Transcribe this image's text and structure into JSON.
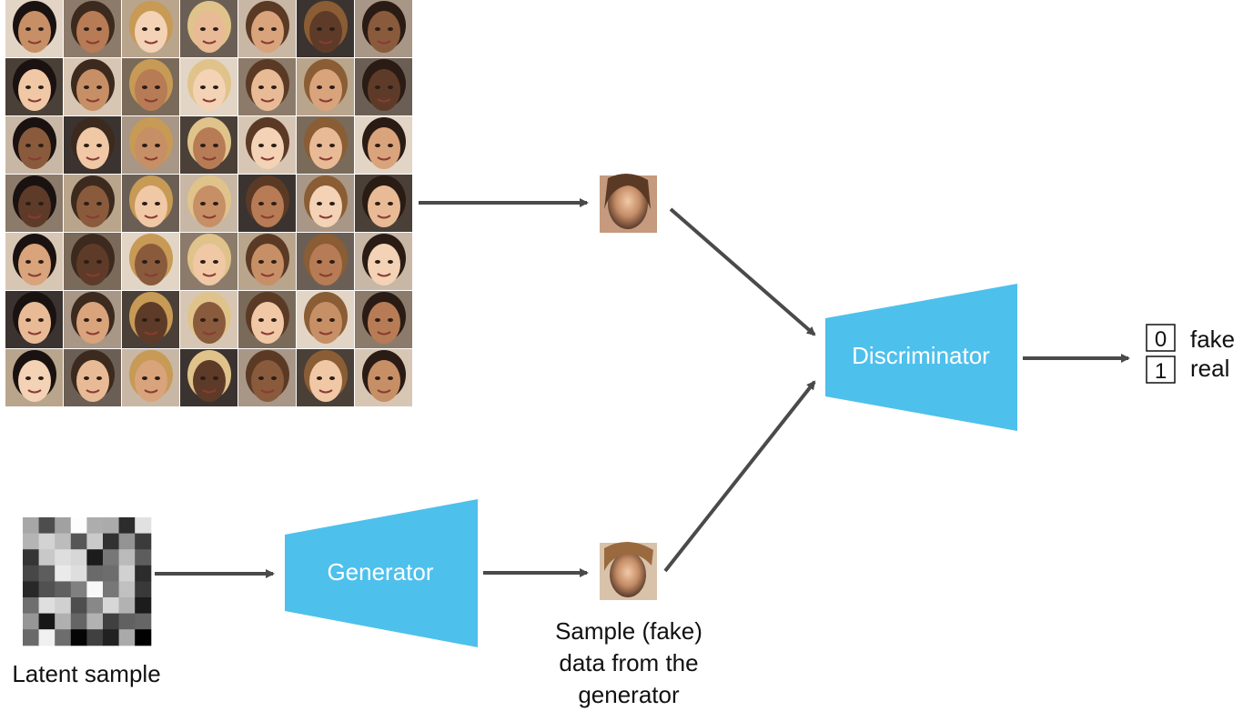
{
  "diagram": {
    "discriminator_label": "Discriminator",
    "generator_label": "Generator",
    "latent_caption": "Latent sample",
    "fake_caption_lines": [
      "Sample (fake)",
      "data from the",
      "generator"
    ],
    "outputs": [
      {
        "value": "0",
        "label": "fake"
      },
      {
        "value": "1",
        "label": "real"
      }
    ]
  },
  "colors": {
    "network_fill": "#4ec0ec",
    "network_text": "#ffffff",
    "arrow": "#4a4a4a",
    "text": "#111111"
  },
  "images": {
    "real_faces_grid": {
      "rows": 7,
      "cols": 7,
      "icon": "face-photo-icon"
    },
    "real_sample": {
      "icon": "face-photo-icon"
    },
    "fake_sample": {
      "icon": "face-photo-icon"
    },
    "latent_noise": {
      "rows": 8,
      "cols": 8,
      "icon": "noise-grid-icon"
    }
  }
}
